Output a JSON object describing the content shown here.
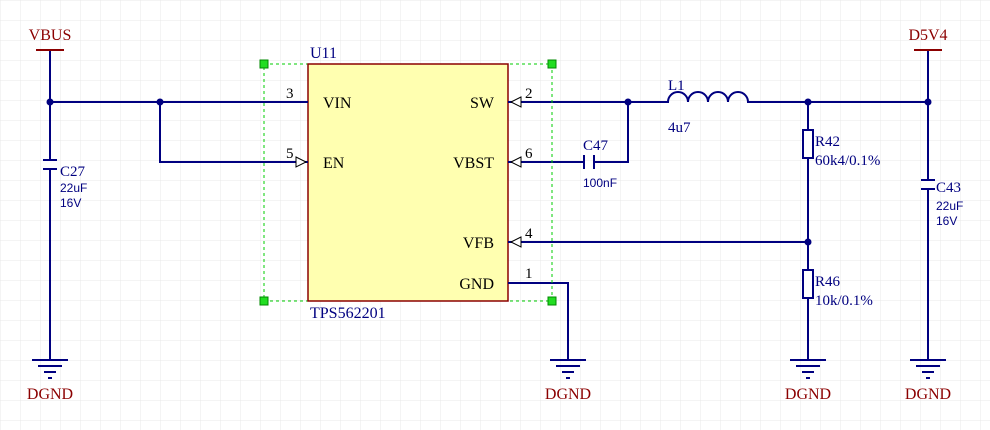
{
  "colors": {
    "wire": "#000080",
    "net_label": "#8b0000",
    "chip_fill": "#ffffb0",
    "chip_border": "#8b0000",
    "grid": "#e8e8e8",
    "selection": "#00cc00"
  },
  "nets": {
    "vbus": "VBUS",
    "d5v4": "D5V4",
    "dgnd": "DGND"
  },
  "chip": {
    "designator": "U11",
    "part": "TPS562201",
    "pins": {
      "vin": {
        "number": "3",
        "name": "VIN"
      },
      "en": {
        "number": "5",
        "name": "EN"
      },
      "sw": {
        "number": "2",
        "name": "SW"
      },
      "vbst": {
        "number": "6",
        "name": "VBST"
      },
      "vfb": {
        "number": "4",
        "name": "VFB"
      },
      "gnd": {
        "number": "1",
        "name": "GND"
      }
    }
  },
  "components": {
    "c27": {
      "ref": "C27",
      "value": "22uF",
      "rating": "16V"
    },
    "c47": {
      "ref": "C47",
      "value": "100nF"
    },
    "l1": {
      "ref": "L1",
      "value": "4u7"
    },
    "r42": {
      "ref": "R42",
      "value": "60k4/0.1%"
    },
    "r46": {
      "ref": "R46",
      "value": "10k/0.1%"
    },
    "c43": {
      "ref": "C43",
      "value": "22uF",
      "rating": "16V"
    }
  }
}
